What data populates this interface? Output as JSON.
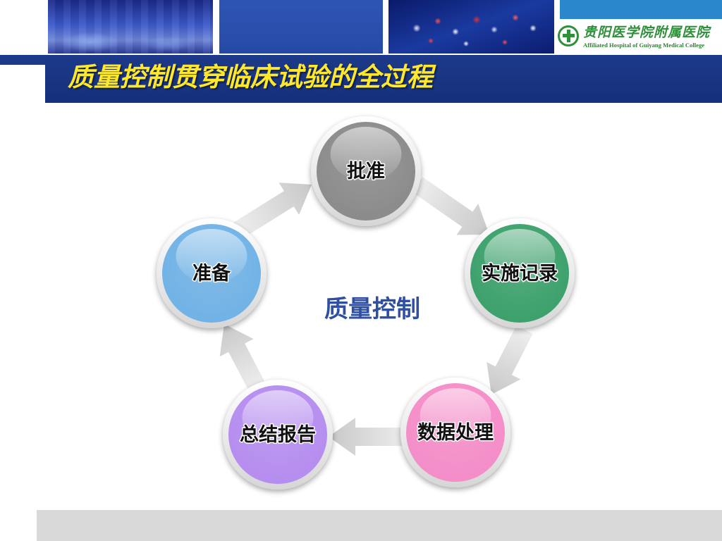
{
  "header": {
    "title": "质量控制贯穿临床试验的全过程",
    "logo": {
      "name_cn": "贵阳医学院附属医院",
      "name_en": "Affiliated Hospital of Guiyang Medical College",
      "emblem_icon": "green-cross-emblem-icon"
    }
  },
  "diagram": {
    "center_label": "质量控制",
    "nodes": [
      {
        "id": "approval",
        "label": "批准",
        "color": "#8a8a8a"
      },
      {
        "id": "record",
        "label": "实施记录",
        "color": "#3aa06a"
      },
      {
        "id": "data",
        "label": "数据处理",
        "color": "#f58cc8"
      },
      {
        "id": "report",
        "label": "总结报告",
        "color": "#b58cf0"
      },
      {
        "id": "prepare",
        "label": "准备",
        "color": "#6fb2e6"
      }
    ],
    "arrow_color": "#c8c8c8",
    "flow": [
      "approval",
      "record",
      "data",
      "report",
      "prepare",
      "approval"
    ]
  }
}
